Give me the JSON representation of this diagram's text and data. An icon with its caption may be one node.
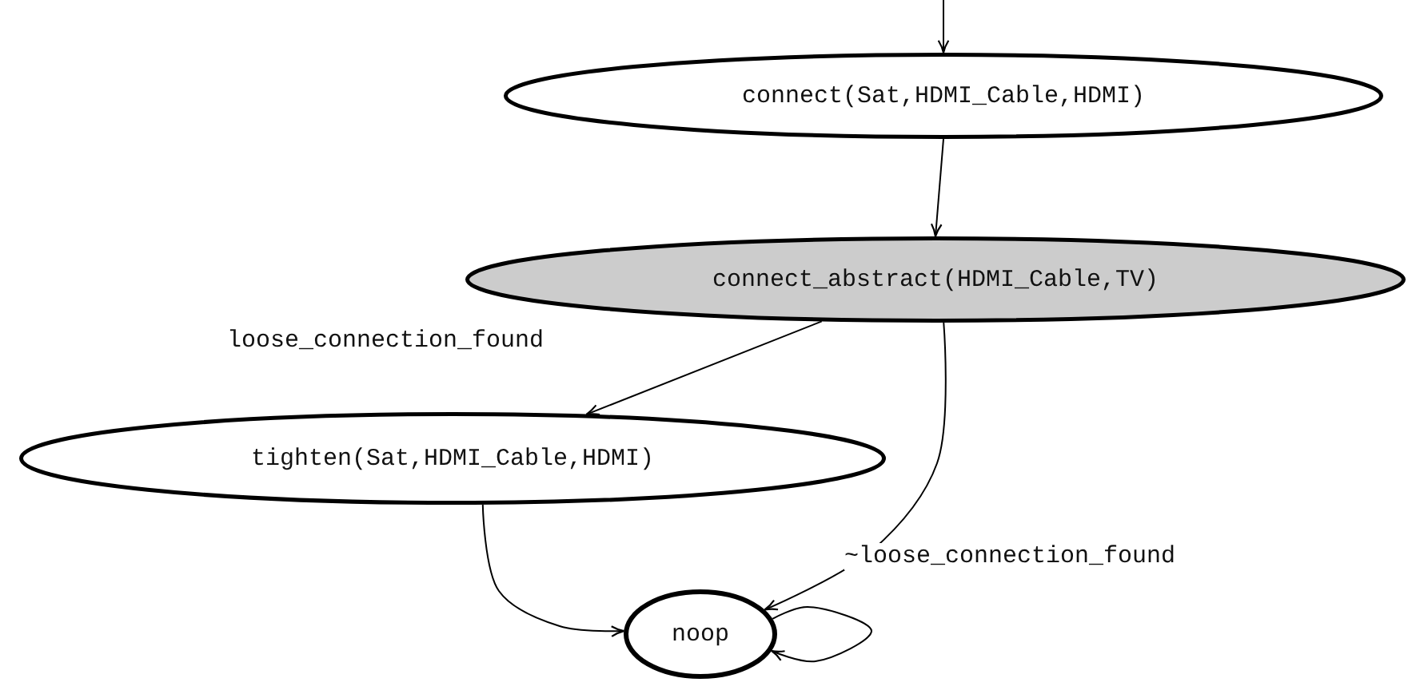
{
  "diagram": {
    "nodes": [
      {
        "text": [
          "connect(Sat,HDMI_Cable,HDMI)"
        ]
      },
      {
        "text": [
          "connect_abstract(HDMI_Cable,TV)"
        ]
      },
      {
        "text": [
          "tighten(Sat,HDMI_Cable,HDMI)"
        ]
      },
      {
        "text": [
          "noop"
        ]
      }
    ],
    "edges": [
      {
        "from": null,
        "to": 0,
        "arrow": "to"
      },
      {
        "from": 0,
        "to": 1,
        "arrow": "to"
      },
      {
        "from": 1,
        "to": 2,
        "arrow": "to",
        "label": "loose_connection_found"
      },
      {
        "from": 1,
        "to": 3,
        "arrow": "to",
        "label": "~loose_connection_found"
      },
      {
        "from": 2,
        "to": 3,
        "arrow": "to"
      },
      {
        "from": 3,
        "to": 3,
        "arrow": "to"
      }
    ]
  }
}
